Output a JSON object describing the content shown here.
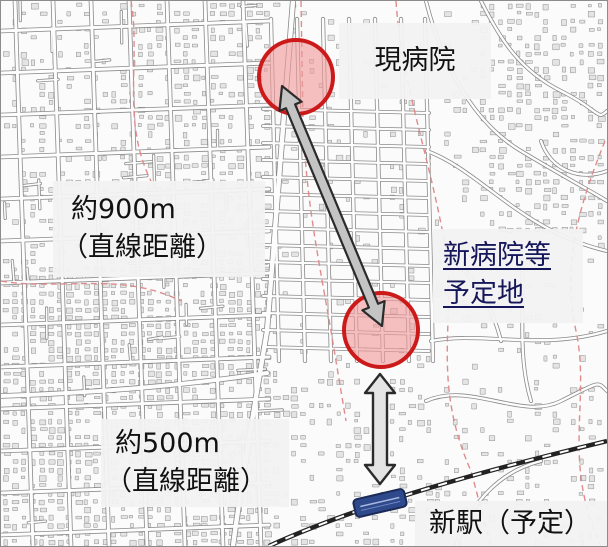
{
  "labels": {
    "current_hospital": "現病院",
    "distance_900": {
      "line1": "約900m",
      "line2": "（直線距離）"
    },
    "new_hospital_site": {
      "line1": "新病院等",
      "line2": "予定地"
    },
    "distance_500": {
      "line1": "約500m",
      "line2": "（直線距離）"
    },
    "new_station": "新駅（予定）"
  },
  "markers": {
    "current_hospital": "current-hospital-marker",
    "new_hospital_site": "new-hospital-site-marker",
    "new_station": "new-station-icon"
  },
  "colors": {
    "marker_fill": "#f19a9a",
    "marker_stroke": "#cc1a1a",
    "arrow_fill": "#c4c4c4",
    "arrow_fill_light": "#e4e4e4",
    "arrow_stroke": "#2b2b2b",
    "station_fill": "#2f4a8c",
    "station_stroke": "#1b2a57",
    "site_text": "#16165a",
    "label_text": "#111111"
  }
}
